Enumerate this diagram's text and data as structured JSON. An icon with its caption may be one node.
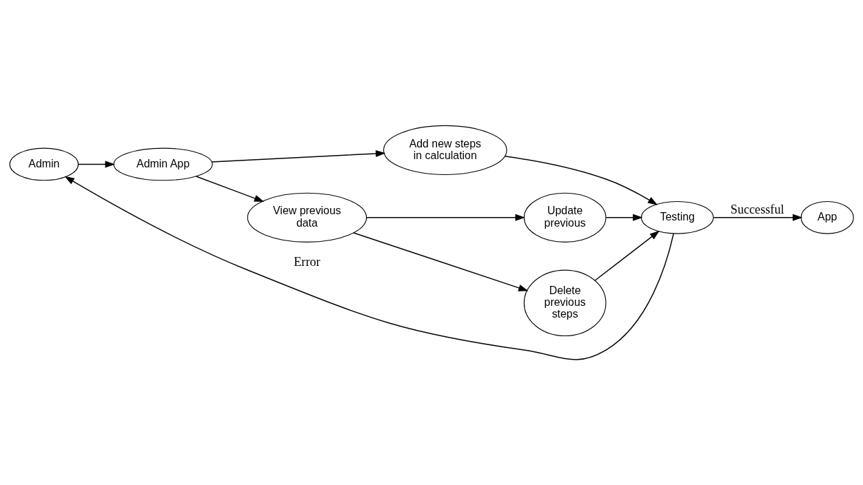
{
  "diagram": {
    "nodes": [
      {
        "text": [
          "Admin"
        ]
      },
      {
        "text": [
          "Admin App"
        ]
      },
      {
        "text": [
          "Add new steps in calculation"
        ]
      },
      {
        "text": [
          "View previous data"
        ]
      },
      {
        "text": [
          "Update previous"
        ]
      },
      {
        "text": [
          "Delete previous steps"
        ]
      },
      {
        "text": [
          "Testing"
        ]
      },
      {
        "text": [
          "App"
        ]
      }
    ],
    "edges": [
      {
        "from": 0,
        "to": 1,
        "arrow": "to"
      },
      {
        "from": 1,
        "to": 2,
        "arrow": "to"
      },
      {
        "from": 1,
        "to": 3,
        "arrow": "to"
      },
      {
        "from": 3,
        "to": 4,
        "arrow": "to"
      },
      {
        "from": 3,
        "to": 5,
        "arrow": "to"
      },
      {
        "from": 2,
        "to": 6,
        "arrow": "to"
      },
      {
        "from": 4,
        "to": 6,
        "arrow": "to"
      },
      {
        "from": 5,
        "to": 6,
        "arrow": "to"
      },
      {
        "from": 6,
        "to": 0,
        "label": "Error",
        "arrow": "to"
      },
      {
        "from": 6,
        "to": 7,
        "label": "Successful",
        "arrow": "to"
      }
    ]
  }
}
